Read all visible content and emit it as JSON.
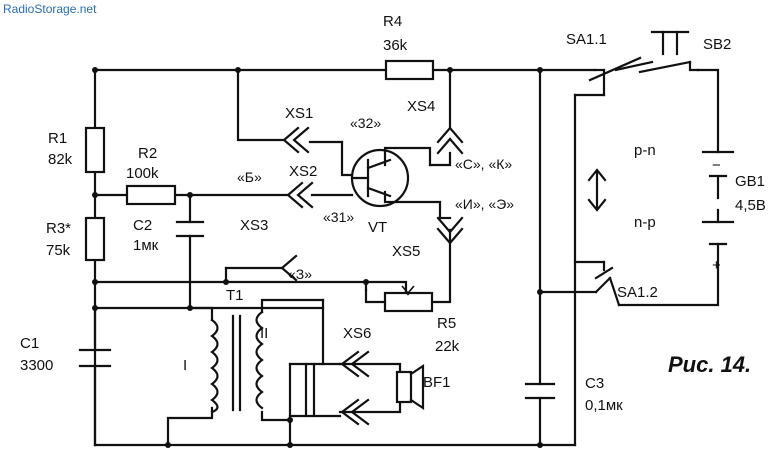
{
  "watermark": "RadioStorage.net",
  "caption": "Рис. 14.",
  "components": {
    "r4": {
      "ref": "R4",
      "value": "36k"
    },
    "r1": {
      "ref": "R1",
      "value": "82k"
    },
    "r2": {
      "ref": "R2",
      "value": "100k"
    },
    "r3": {
      "ref": "R3*",
      "value": "75k"
    },
    "c2": {
      "ref": "C2",
      "value": "1мк"
    },
    "c1": {
      "ref": "C1",
      "value": "3300"
    },
    "r5": {
      "ref": "R5",
      "value": "22k"
    },
    "t1": {
      "ref": "T1",
      "winding_1": "I",
      "winding_2": "II"
    },
    "c3": {
      "ref": "C3",
      "value": "0,1мк"
    },
    "gb1": {
      "ref": "GB1",
      "value": "4,5В",
      "plus": "+",
      "minus": "−"
    },
    "vt": {
      "ref": "VT"
    },
    "bf1": {
      "ref": "BF1"
    },
    "sb2": {
      "ref": "SB2"
    },
    "sa1_1": {
      "ref": "SA1.1"
    },
    "sa1_2": {
      "ref": "SA1.2"
    }
  },
  "jacks": {
    "xs1": {
      "ref": "XS1",
      "mark": "«32»"
    },
    "xs2": {
      "ref": "XS2",
      "mark": "«31»",
      "pin": "«Б»"
    },
    "xs3": {
      "ref": "XS3",
      "mark": "«З»"
    },
    "xs4": {
      "ref": "XS4",
      "mark": "«С», «К»"
    },
    "xs5": {
      "ref": "XS5",
      "mark": "«И», «Э»"
    },
    "xs6": {
      "ref": "XS6"
    }
  },
  "polarity": {
    "upper": "p-n",
    "lower": "n-p"
  }
}
